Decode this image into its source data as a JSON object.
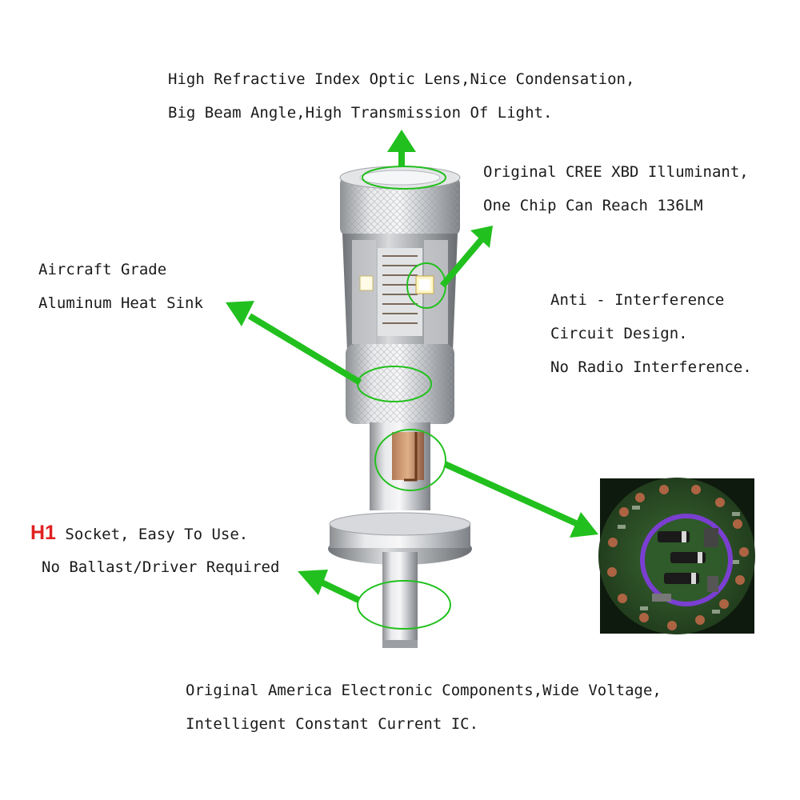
{
  "callouts": {
    "lens": {
      "line1": "High Refractive Index Optic Lens,Nice Condensation,",
      "line2": "Big Beam Angle,High Transmission Of Light."
    },
    "chip": {
      "line1": "Original CREE XBD Illuminant,",
      "line2": "One Chip Can Reach 136LM"
    },
    "heatsink": {
      "line1": "Aircraft Grade",
      "line2": "Aluminum Heat Sink"
    },
    "interference": {
      "line1": "Anti - Interference",
      "line2": "Circuit Design.",
      "line3": "No Radio Interference."
    },
    "socket": {
      "mark": "H1",
      "line1": "Socket, Easy To Use.",
      "line2": "No Ballast/Driver Required"
    },
    "components": {
      "line1": "Original America Electronic Components,Wide Voltage,",
      "line2": "Intelligent Constant Current IC."
    }
  },
  "colors": {
    "arrow": "#22c01e",
    "h1_mark": "#e02020",
    "circuit_ring": "#7a3fd0",
    "circuit_board": "#2f5a2a"
  },
  "icons": {
    "arrow": "arrow-icon",
    "bulb": "led-bulb-icon",
    "circuit": "circuit-board-icon"
  }
}
